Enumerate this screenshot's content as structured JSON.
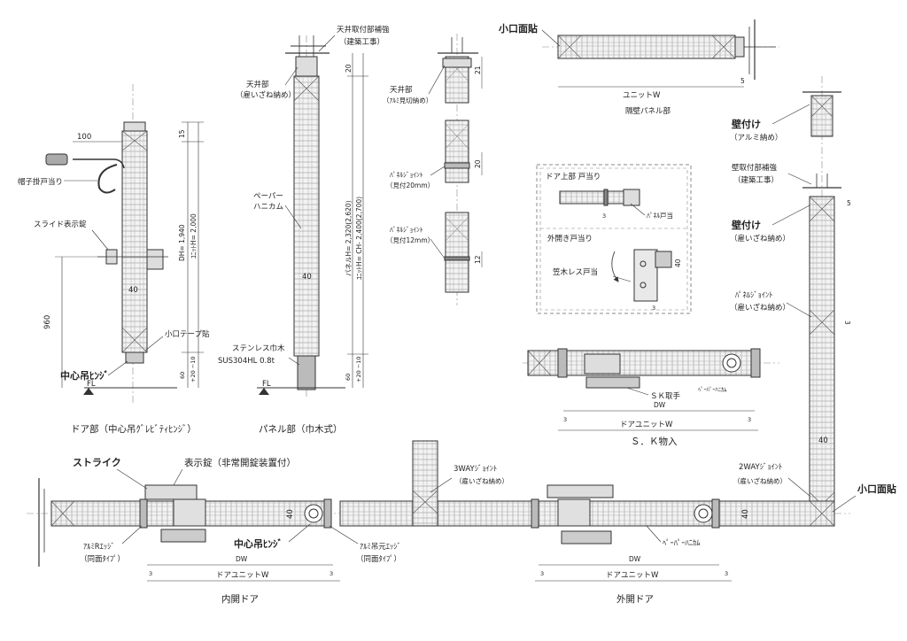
{
  "colors": {
    "line": "#333333",
    "fill": "#e9e9e9",
    "hatch": "#9a9a9a",
    "dashed": "#888888"
  },
  "labels": {
    "hat_stop": "帽子掛戸当り",
    "slide_lock": "スライド表示錠",
    "small_tape": "小口テープ貼",
    "center_hinge_small": "中心吊ﾋﾝｼﾞ",
    "door_section": "ドア部（中心吊ｸﾞﾚﾋﾞﾃｨﾋﾝｼﾞ）",
    "ceiling_reinf": "天井取付部補強",
    "building_work": "（建築工事）",
    "ceiling_part": "天井部",
    "yatoi_fit": "（雇いざね納め）",
    "paper_honeycomb_1": "ペーパー",
    "paper_honeycomb_2": "ハニカム",
    "stainless_baseboard": "ステンレス巾木",
    "sus": "SUS304HL 0.8t",
    "panel_section": "パネル部（巾木式）",
    "alumi_mikiri": "（ｱﾙﾐ見切納め）",
    "panel_joint": "ﾊﾟﾈﾙｼﾞｮｲﾝﾄ",
    "mitsuke20": "（見付20mm）",
    "mitsuke12": "（見付12mm）",
    "small_edge": "小口面貼",
    "unit_w": "ユニットW",
    "partition_panel": "隔壁パネル部",
    "wall_mount": "壁付け",
    "alumi_fit": "（アルミ納め）",
    "wall_reinf": "壁取付部補強",
    "panel_joint_full": "ﾊﾟﾈﾙｼﾞｮｲﾝﾄ",
    "door_top": "ドア上部  戸当り",
    "panel_stop": "ﾊﾟﾈﾙ戸当",
    "outswing_stop": "外開き戸当り",
    "kasagi_stop": "笠木レス戸当",
    "sk_handle": "ＳＫ取手",
    "paper_hc_small": "ﾍﾟｰﾊﾟｰﾊﾆｶﾑ",
    "dw": "DW",
    "door_unit_w": "ドアユニットW",
    "sk_storage": "Ｓ．Ｋ物入",
    "strike": "ストライク",
    "indicator_lock": "表示錠（非常開錠装置付）",
    "three_way": "3WAYｼﾞｮｲﾝﾄ",
    "two_way": "2WAYｼﾞｮｲﾝﾄ",
    "alumi_r_edge": "ｱﾙﾐRｴｯｼﾞ",
    "same_face": "（同面ﾀｲﾌﾟ）",
    "center_hinge": "中心吊ﾋﾝｼﾞ",
    "alumi_origin_edge": "ｱﾙﾐ吊元ｴｯｼﾞ",
    "paper_hc_plan": "ﾍﾟｰﾊﾟｰﾊﾆｶﾑ",
    "inswing_door": "内開ドア",
    "outswing_door": "外開ドア",
    "fl": "FL"
  },
  "dimensions": {
    "d100": "100",
    "d40": "40",
    "d960": "960",
    "d15": "15",
    "dh": "DH= 1,940",
    "unit_h": "ﾕﾆｯﾄH= 2,000",
    "gap_door": "60",
    "gap_tol": "+20 −10",
    "d20": "20",
    "panel_h": "パネルH= 2,320(2,620)",
    "unit_h2": "ﾕﾆｯﾄH= CH- 2,400(2,700)",
    "d21": "21",
    "d12": "12",
    "d5": "5",
    "d3": "3"
  }
}
